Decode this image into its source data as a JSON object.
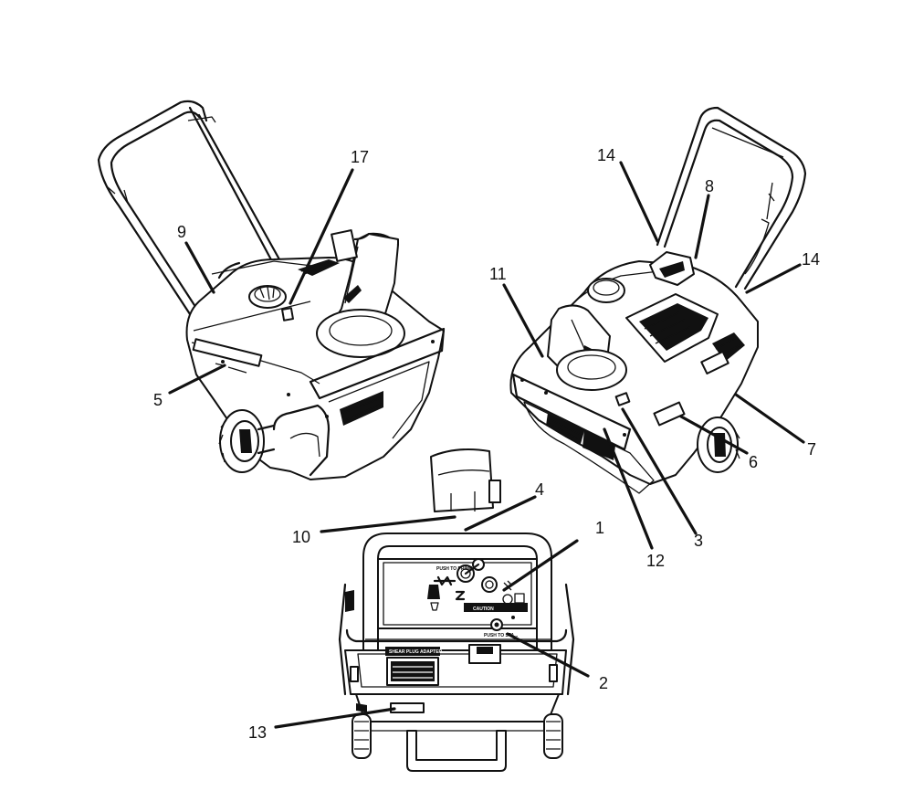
{
  "callouts": [
    "1",
    "2",
    "3",
    "4",
    "5",
    "6",
    "7",
    "8",
    "9",
    "10",
    "11",
    "12",
    "13",
    "14",
    "14",
    "17"
  ],
  "decal_text": {
    "caution": "CAUTION",
    "side_label": "SHEAR PLUG ADAPTER",
    "push_to_prime": "PUSH TO PRIME",
    "push_to_start": "PUSH TO STA..."
  }
}
